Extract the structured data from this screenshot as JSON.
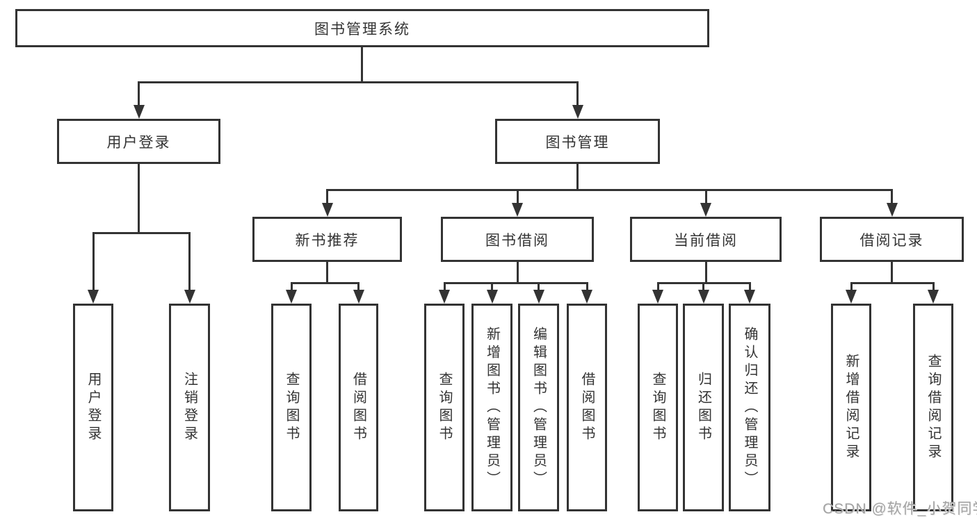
{
  "title": {
    "label": "图书管理系统"
  },
  "level2": {
    "user_login": {
      "label": "用户登录"
    },
    "book_mgmt": {
      "label": "图书管理"
    }
  },
  "level3": {
    "new_books": {
      "label": "新书推荐"
    },
    "borrowing": {
      "label": "图书借阅"
    },
    "current": {
      "label": "当前借阅"
    },
    "records": {
      "label": "借阅记录"
    }
  },
  "leaves": {
    "user_login": [
      "用户登录",
      "注销登录"
    ],
    "new_books": [
      "查询图书",
      "借阅图书"
    ],
    "borrowing": [
      "查询图书",
      "新增图书（管理员）",
      "编辑图书（管理员）",
      "借阅图书"
    ],
    "current": [
      "查询图书",
      "归还图书",
      "确认归还（管理员）"
    ],
    "records": [
      "新增借阅记录",
      "查询借阅记录"
    ]
  },
  "watermark": {
    "text": "CSDN @软件_小贺同学",
    "color": "#a3a3a3"
  },
  "colors": {
    "line": "#333333",
    "box_border": "#333333",
    "text": "#333333",
    "background": "#ffffff"
  }
}
